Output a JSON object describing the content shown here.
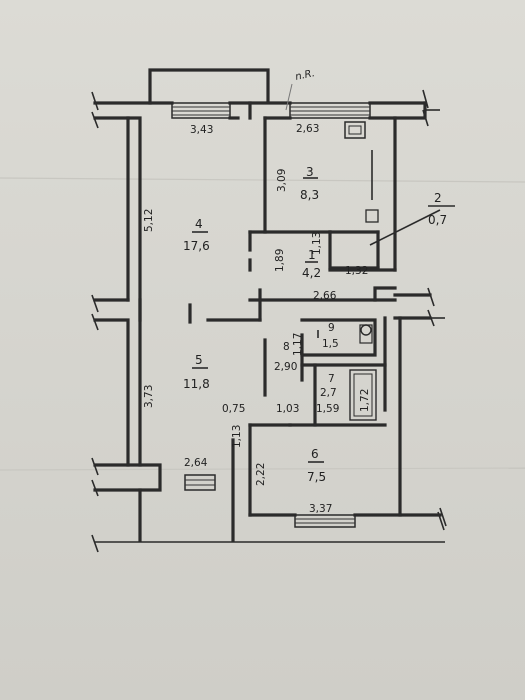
{
  "rooms": [
    {
      "number": "1",
      "area": "4,2"
    },
    {
      "number": "2",
      "area": "0,7"
    },
    {
      "number": "3",
      "area": "8,3"
    },
    {
      "number": "4",
      "area": "17,6"
    },
    {
      "number": "5",
      "area": "11,8"
    },
    {
      "number": "6",
      "area": "7,5"
    },
    {
      "number": "7",
      "area": "2,7"
    },
    {
      "number": "8",
      "area": ""
    },
    {
      "number": "9",
      "area": "1,5"
    }
  ],
  "dimensions": {
    "d_343": "3,43",
    "d_263": "2,63",
    "d_309": "3,09",
    "d_512": "5,12",
    "d_189": "1,89",
    "d_113a": "1,13",
    "d_132": "1,32",
    "d_266": "2,66",
    "d_117": "1,17",
    "d_290": "2,90",
    "d_373": "3,73",
    "d_075": "0,75",
    "d_103": "1,03",
    "d_159": "1,59",
    "d_172": "1,72",
    "d_113b": "1,13",
    "d_264": "2,64",
    "d_222": "2,22",
    "d_337": "3,37"
  },
  "annotation": "n.R."
}
